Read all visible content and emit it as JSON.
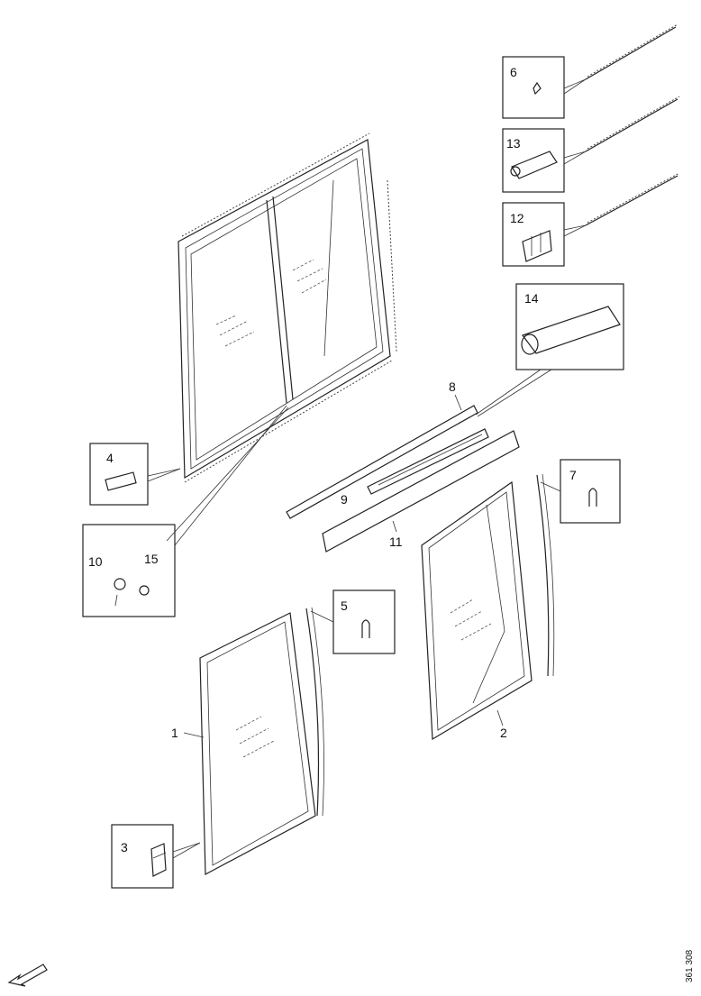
{
  "parts": [
    {
      "id": "part-1",
      "label": "1"
    },
    {
      "id": "part-2",
      "label": "2"
    },
    {
      "id": "part-3",
      "label": "3"
    },
    {
      "id": "part-4",
      "label": "4"
    },
    {
      "id": "part-5",
      "label": "5"
    },
    {
      "id": "part-6",
      "label": "6"
    },
    {
      "id": "part-7",
      "label": "7"
    },
    {
      "id": "part-8",
      "label": "8"
    },
    {
      "id": "part-9",
      "label": "9"
    },
    {
      "id": "part-10",
      "label": "10"
    },
    {
      "id": "part-11",
      "label": "11"
    },
    {
      "id": "part-12",
      "label": "12"
    },
    {
      "id": "part-13",
      "label": "13"
    },
    {
      "id": "part-14",
      "label": "14"
    },
    {
      "id": "part-15",
      "label": "15"
    }
  ],
  "drawing_code": "361 308"
}
